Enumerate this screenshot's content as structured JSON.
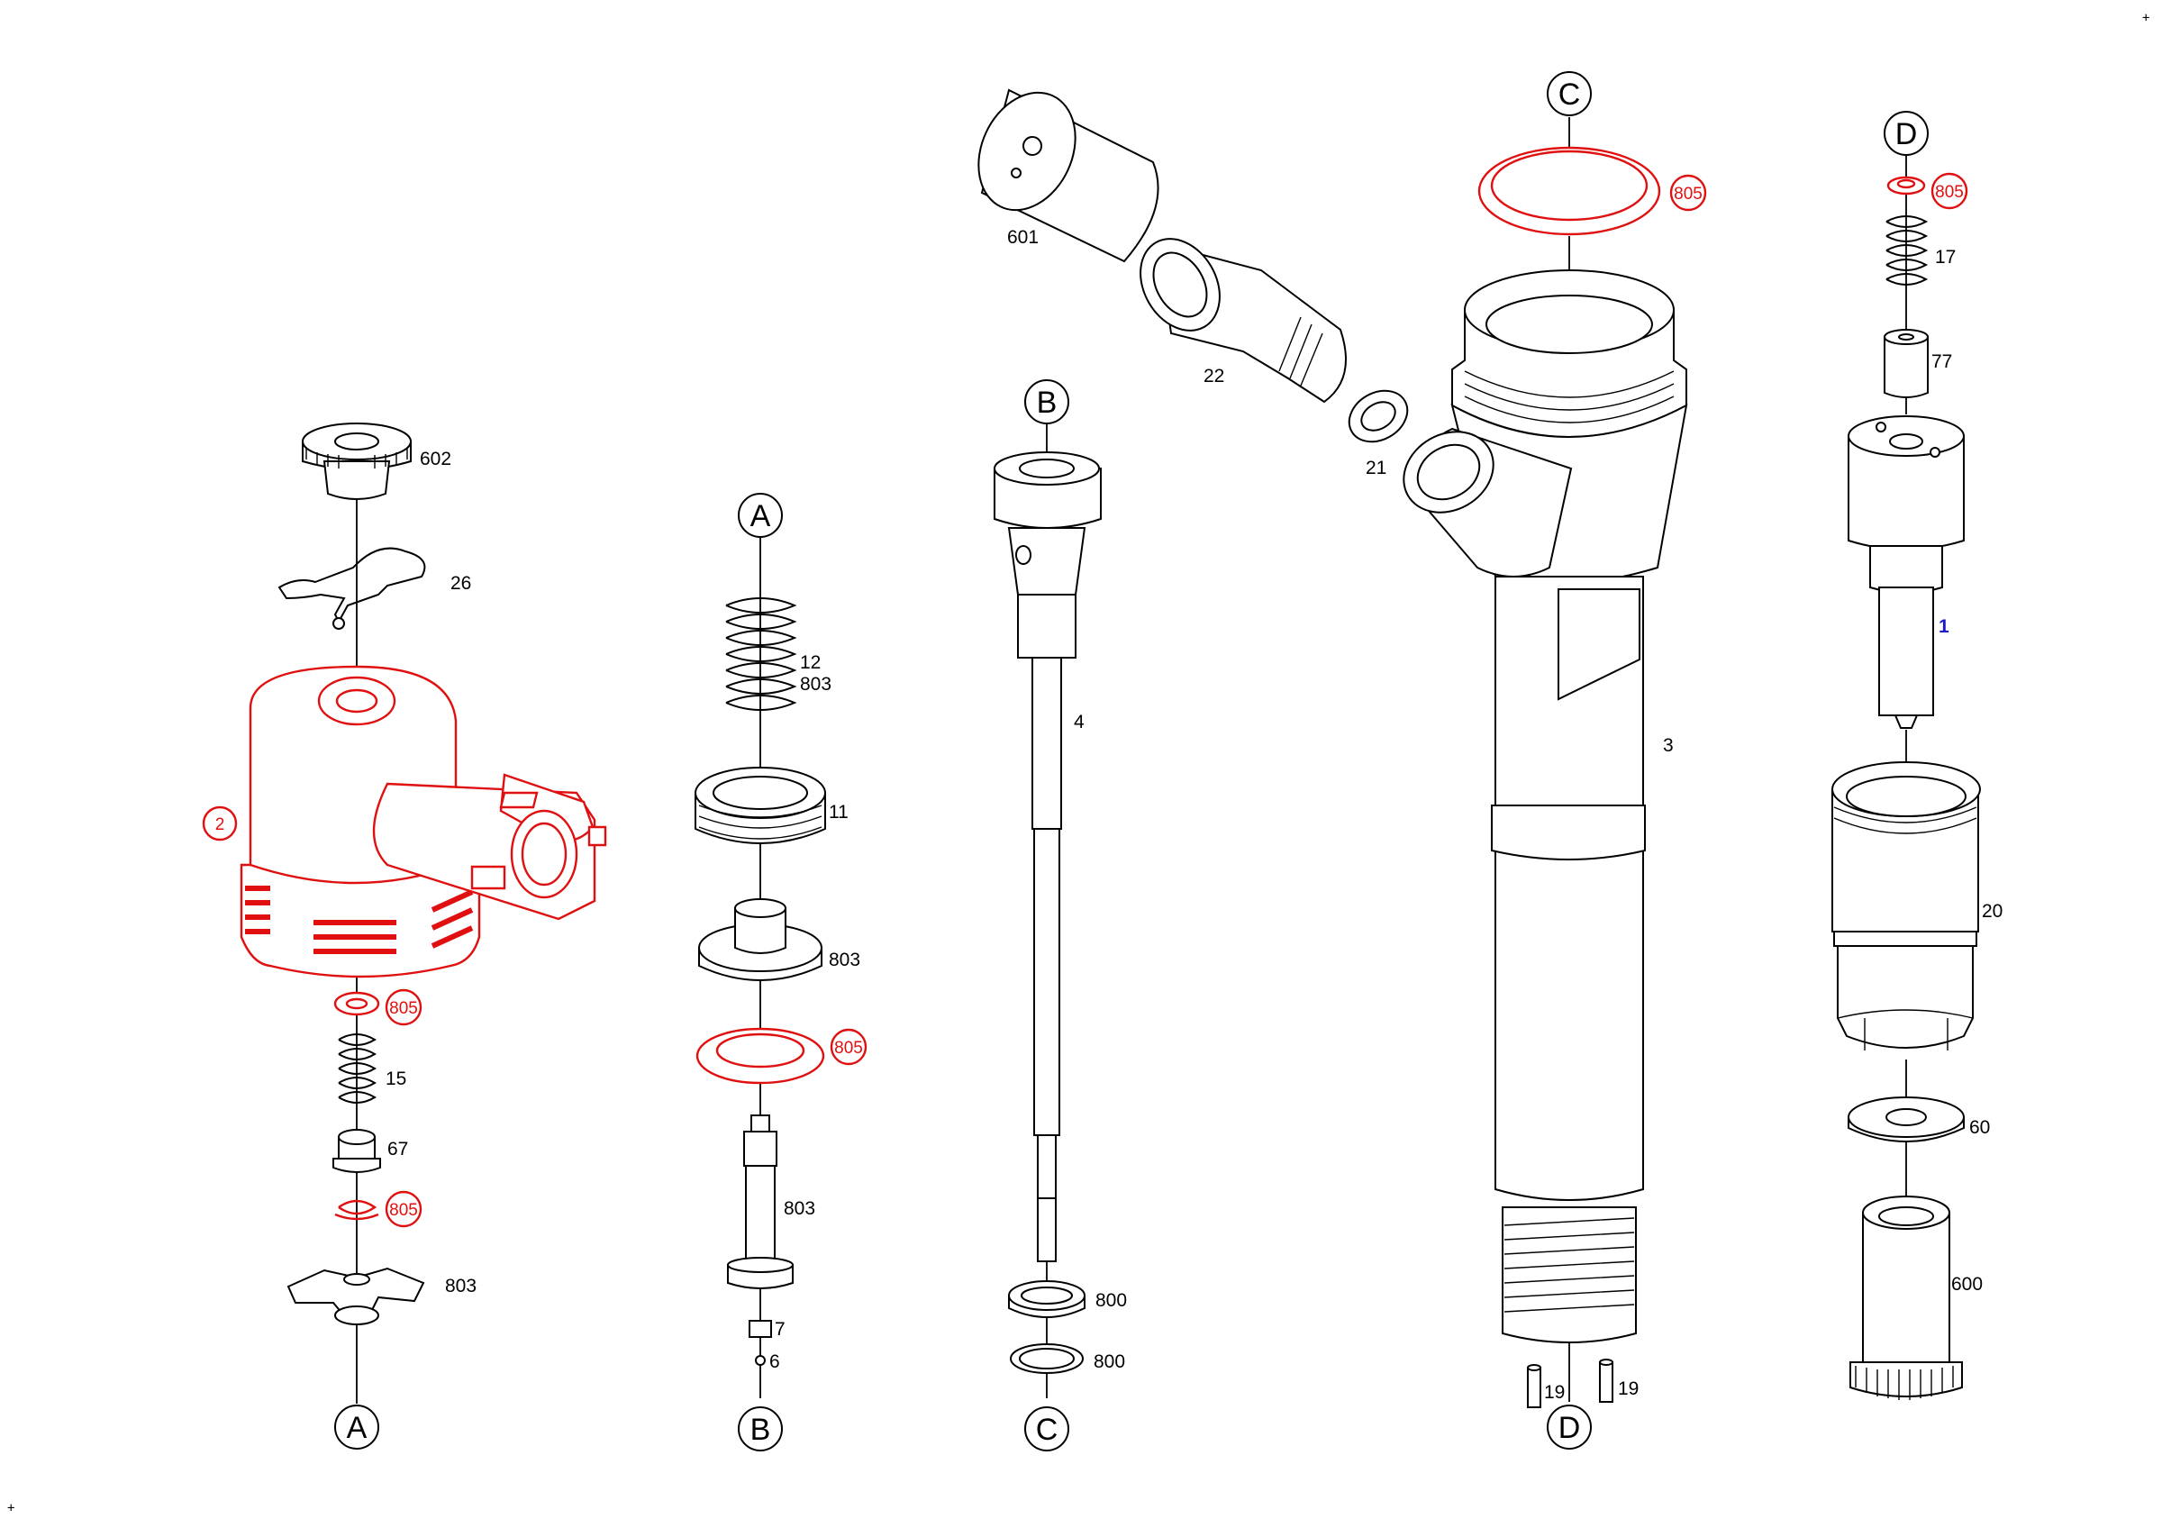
{
  "diagram": {
    "corner_marks": [
      "+",
      "+"
    ],
    "refs": {
      "a_top": "A",
      "a_bottom": "A",
      "b_top": "B",
      "b_bottom": "B",
      "c_top": "C",
      "c_bottom": "C",
      "d_top": "D",
      "d_bottom": "D"
    },
    "labels": {
      "p602": "602",
      "p26": "26",
      "p2": "2",
      "p805_1": "805",
      "p15": "15",
      "p67": "67",
      "p805_2": "805",
      "p803_1": "803",
      "p12": "12",
      "p803_2": "803",
      "p11": "11",
      "p803_3": "803",
      "p805_3": "805",
      "p803_4": "803",
      "p7": "7",
      "p6": "6",
      "p601": "601",
      "p22": "22",
      "p21": "21",
      "p4": "4",
      "p800_1": "800",
      "p800_2": "800",
      "p805_4": "805",
      "p3": "3",
      "p19_1": "19",
      "p19_2": "19",
      "p805_5": "805",
      "p17": "17",
      "p77": "77",
      "p1": "1",
      "p20": "20",
      "p60": "60",
      "p600": "600"
    },
    "colors": {
      "highlight": "#e01010",
      "line": "#000000",
      "accent_label": "#1a1acc",
      "background": "#ffffff"
    }
  }
}
